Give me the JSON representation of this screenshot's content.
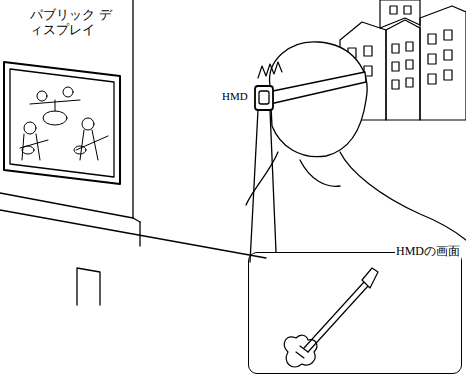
{
  "diagram": {
    "nodes": [
      {
        "text": [
          "HMDの画面"
        ]
      }
    ],
    "labels": [
      "パブリック ディスプレイ",
      "HMD"
    ]
  }
}
